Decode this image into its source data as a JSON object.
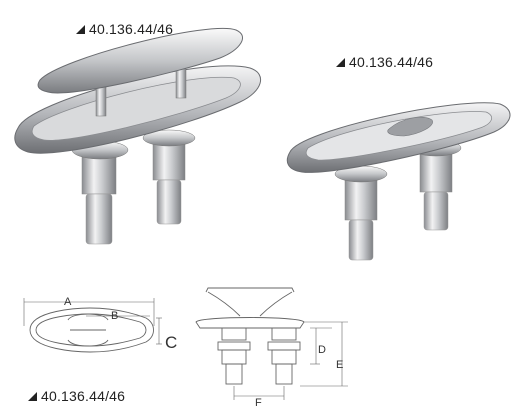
{
  "labels": {
    "top_left": "40.136.44/46",
    "top_right": "40.136.44/46",
    "bottom_left": "40.136.44/46"
  },
  "dimensions": {
    "a": "A",
    "b": "B",
    "c": "C",
    "d": "D",
    "e": "E",
    "f": "F"
  },
  "colors": {
    "steel_light": "#e8e8ea",
    "steel_mid": "#b9bbbf",
    "steel_dark": "#6e7075",
    "line": "#555555"
  }
}
